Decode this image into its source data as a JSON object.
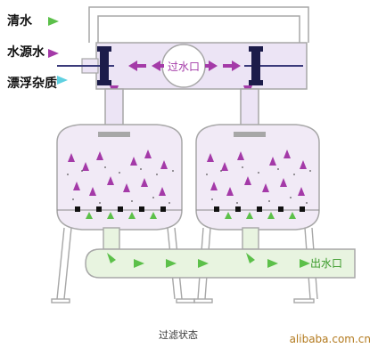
{
  "legend": [
    {
      "label": "清水",
      "arrow_color": "#5cc04a"
    },
    {
      "label": "水源水",
      "arrow_color": "#a43aa8"
    },
    {
      "label": "漂浮杂质",
      "arrow_color": "#5fd0e0"
    }
  ],
  "inlet_label": "过水口",
  "outlet_label": "出水口",
  "caption": "过滤状态",
  "watermark": "alibaba.com.cn",
  "colors": {
    "pipe_stroke": "#a7a7a7",
    "inlet_pipe_fill": "#ece4f5",
    "outlet_pipe_fill": "#e8f4e0",
    "tank_fill": "#f1eaf6",
    "label_purple": "#a43aa8",
    "label_green": "#3a9a2a"
  }
}
